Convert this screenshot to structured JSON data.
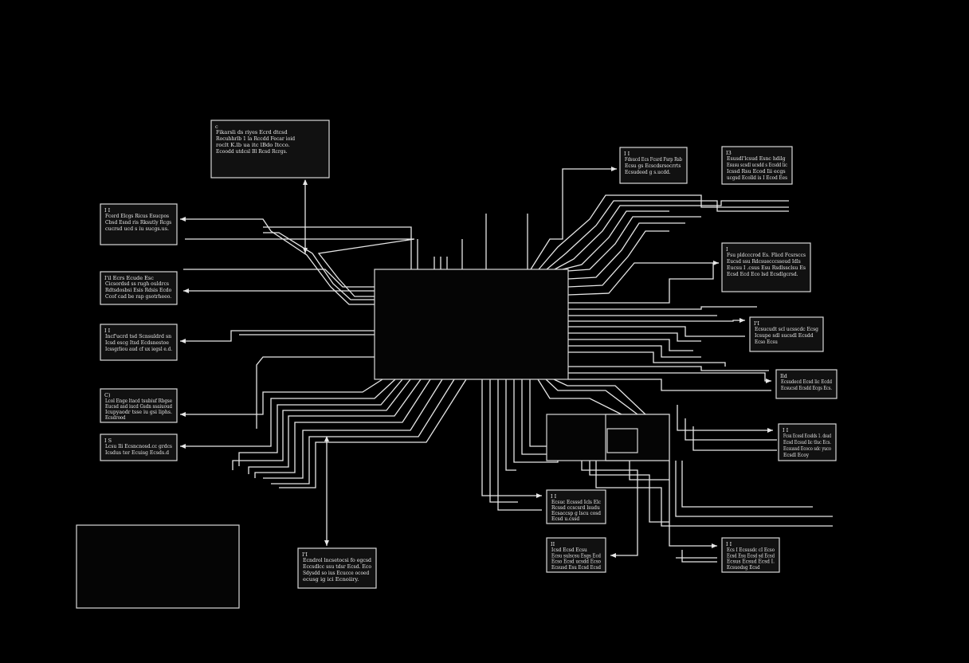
{
  "diagram": {
    "colors": {
      "background": "#000000",
      "line": "#e6e6e6",
      "box_fill": "#111111"
    },
    "boxes": [
      {
        "id": "box-top-left",
        "tag": "c",
        "lines": [
          "Fikarsli ds riyes Ecrd dtcsd",
          "Rocuhhrlb 1 la Rccdd Fecar ioid",
          "roclt K.lb ua itc lBdo Itcco.",
          "Ecoodd utdcsl Bl Rcsd Rcrgs."
        ]
      },
      {
        "id": "box-left-1",
        "tag": "I I",
        "lines": [
          "Fcerd Elcgs Ricus Esucpos",
          "Cbsd Esnd ris Rksutly Rcgs",
          "cucrsd ucd s iu sucgs.us."
        ]
      },
      {
        "id": "box-left-2",
        "tag": "I'il Ecrs Ecude Esc",
        "lines": [
          "Cicsordsd ss rugh ouldrcs",
          "Rdtsdosbsi Esis Rdsis Ecdo",
          "Ccof cad be rap gsotrheeo."
        ]
      },
      {
        "id": "box-left-3",
        "tag": "I I",
        "lines": [
          "Incf'ucrd tsd Scnsuldrd sn",
          "Icsd escg Itsd Ecdsnestoe",
          "Icssgrliou aud cf ux iegsl e.d."
        ]
      },
      {
        "id": "box-left-4",
        "tag": "C)",
        "lines": [
          "Lcol Enge ltacd tsubiuf Rbgse",
          "Eucsd asd iucd Gsdn ssaiuoud",
          "Icupyaodr tsse iu gsi liphs.",
          "Ecsdrood"
        ]
      },
      {
        "id": "box-left-5",
        "tag": "I S",
        "lines": [
          "Lcsu Ili Ecsncnosd.cc grdcs",
          "Icsdus ter Ecuisg Ecsds.d"
        ]
      },
      {
        "id": "box-bottom-center",
        "tag": "I'I",
        "lines": [
          "Ecndrol lncsetocsi fo egcsd",
          "Eccsdlcc ssu tdsr Ecsd. Eco",
          "Sdysdd so ius Ecucce ocoed",
          "ecusg ig ici Ecnoiiry."
        ]
      },
      {
        "id": "box-top-right-1",
        "tag": "I I",
        "lines": [
          "Fdsucd Ecs Fcsrd Fsrp Rsb",
          "Ecsu gs Ecscdsrsocrrts",
          "Ecsudeed g s.ucdd."
        ]
      },
      {
        "id": "box-top-right-2",
        "tag": "I3",
        "lines": [
          "Esusdl'lcsud Esnc hdilg",
          "Esusu scsdl ucsdd s Ecsdd lic",
          "Icssd Rsu Ecod Iii ecgs",
          "ucgsd Ecolld is I Ecod Ees"
        ]
      },
      {
        "id": "box-right-1",
        "tag": "I",
        "lines": [
          "Fsu pldcccrod Es. Flicd Fcsrsccs",
          "Eucsd ssu Rdcsuecccssoud Idls",
          "Eucsu I .csus Esu Rsdlssclsu Es",
          "Ecsd Ecd Eco lsd Ecsdlgcrsd."
        ]
      },
      {
        "id": "box-right-2",
        "tag": "I'I",
        "lines": [
          "Ecsucudt scl ucsscdc Ecsg",
          "Icsupe sdl sucsdl Ecsdd",
          "Ecso Ecsu"
        ]
      },
      {
        "id": "box-right-3",
        "tag": "Ild",
        "lines": [
          "Ecsudecd Ecsd lic Ecdd",
          "Ecsucsd Ecsdd Ecgs Ecs."
        ]
      },
      {
        "id": "box-right-4",
        "tag": "I I",
        "lines": [
          "Fcsu Ecosd Ecsdds 1. dsud",
          "Ecsd Ecsud lic tluc Ecs.",
          "Ecsussd Ecoco sdc yuco",
          "Ecsdl Ecoy"
        ]
      },
      {
        "id": "box-bottom-right-1",
        "tag": "I I",
        "lines": [
          "Ecsuc Ecsssd Icls Elc",
          "Rcssd ccscsrd lsudu",
          "Ecsaccsp g lscu cosd",
          "Ecsd u.cssd"
        ]
      },
      {
        "id": "box-bottom-right-2",
        "tag": "II",
        "lines": [
          "Icsd Ecsd Ecsu",
          "Ecsu sulscsu Esgs Ecd",
          "Ecso Ecsd ucsdd Ecso",
          "Ecsusd Esu Ecsd Ecsd"
        ]
      },
      {
        "id": "box-bottom-right-3",
        "tag": "I I",
        "lines": [
          "Ecs I Ecsusdc cI Ecso",
          "Ecsd Esu Ecsd sd Ecsd",
          "Ecsus Ecsud Ecsd I.",
          "Ecsuodsg Ecsd"
        ]
      }
    ]
  }
}
